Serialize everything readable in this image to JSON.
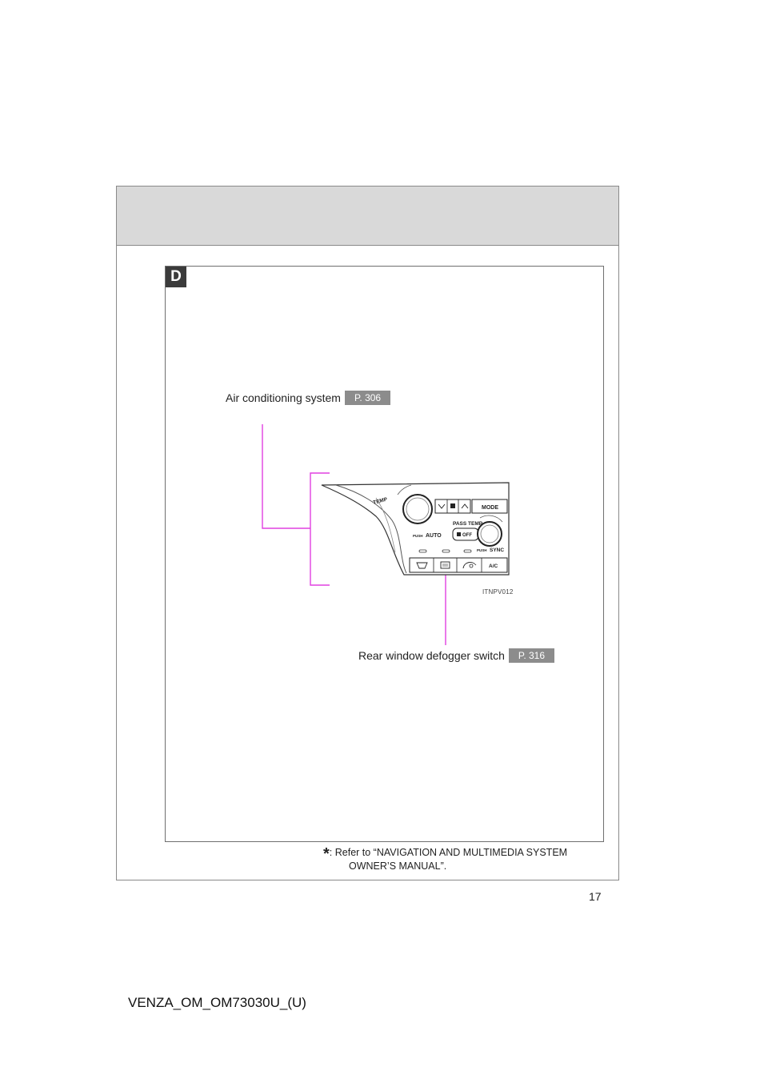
{
  "section_marker": "D",
  "callouts": {
    "air_conditioning": {
      "label": "Air conditioning system",
      "page_ref": "P. 306"
    },
    "rear_defogger": {
      "label": "Rear window defogger switch",
      "page_ref": "P. 316"
    }
  },
  "panel": {
    "temp": "TEMP",
    "mode": "MODE",
    "pass_temp": "PASS TEMP",
    "push_auto_prefix": "PUSH",
    "auto": "AUTO",
    "off": "OFF",
    "push_sync_prefix": "PUSH",
    "sync": "SYNC",
    "ac": "A/C",
    "figure_code": "ITNPV012"
  },
  "footnote": {
    "marker": "*",
    "text_line1": ": Refer to “NAVIGATION AND MULTIMEDIA SYSTEM",
    "text_line2": "OWNER’S MANUAL”."
  },
  "page_number": "17",
  "footer_code": "VENZA_OM_OM73030U_(U)",
  "colors": {
    "callout_line": "#e040e0",
    "band": "#d9d9d9",
    "page_ref_bg": "#8c8c8c"
  }
}
